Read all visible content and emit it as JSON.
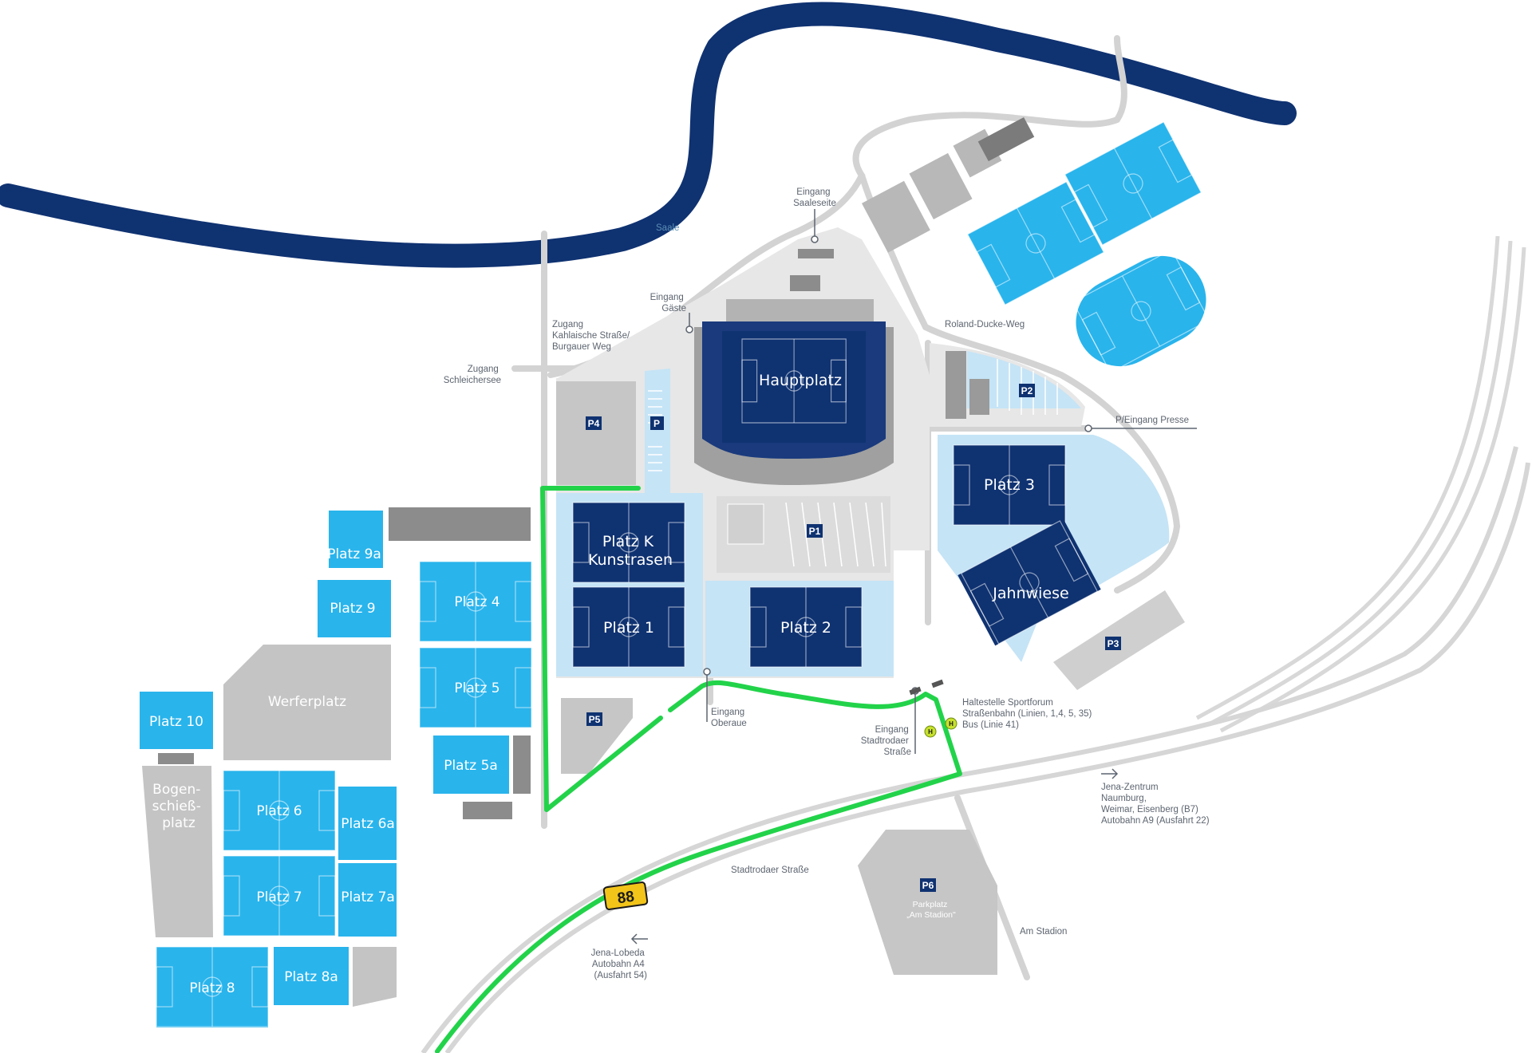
{
  "river": {
    "name": "Saale"
  },
  "entrances": {
    "saaleseite": [
      "Eingang",
      "Saaleseite"
    ],
    "gaeste": [
      "Eingang",
      "Gäste"
    ],
    "kahlaische": [
      "Zugang",
      "Kahlaische Straße/",
      "Burgauer Weg"
    ],
    "schleichersee": [
      "Zugang",
      "Schleichersee"
    ],
    "oberaue": [
      "Eingang",
      "Oberaue"
    ],
    "stadtrodaer": [
      "Eingang",
      "Stadtrodaer",
      "Straße"
    ],
    "presse": "P/Eingang Presse"
  },
  "streets": {
    "roland_ducke_weg": "Roland-Ducke-Weg",
    "stadtrodaer_strasse": "Stadtrodaer Straße",
    "am_stadion": "Am Stadion"
  },
  "transit": {
    "stop": [
      "Haltestelle Sportforum",
      "Straßenbahn (Linien, 1,4, 5, 35)",
      "Bus (Linie 41)"
    ],
    "symbol": "H"
  },
  "directions": {
    "east": [
      "Jena-Zentrum",
      "Naumburg,",
      "Weimar, Eisenberg (B7)",
      "Autobahn A9 (Ausfahrt 22)"
    ],
    "west": [
      "Jena-Lobeda",
      "Autobahn A4",
      "(Ausfahrt 54)"
    ]
  },
  "road_badge": "88",
  "parking": {
    "p1": "P1",
    "p2": "P2",
    "p3": "P3",
    "p4": "P4",
    "p5": "P5",
    "p6": "P6",
    "p": "P",
    "p6_name": [
      "Parkplatz",
      "„Am Stadion\""
    ]
  },
  "fields": {
    "hauptplatz": "Hauptplatz",
    "platz_k": [
      "Platz K",
      "Kunstrasen"
    ],
    "platz_1": "Platz 1",
    "platz_2": "Platz 2",
    "platz_3": "Platz 3",
    "jahnwiese": "Jahnwiese",
    "platz_4": "Platz 4",
    "platz_5": "Platz 5",
    "platz_5a": "Platz 5a",
    "platz_6": "Platz 6",
    "platz_6a": "Platz 6a",
    "platz_7": "Platz 7",
    "platz_7a": "Platz 7a",
    "platz_8": "Platz 8",
    "platz_8a": "Platz 8a",
    "platz_9": "Platz 9",
    "platz_9a": "Platz 9a",
    "platz_10": "Platz 10",
    "werferplatz": "Werferplatz",
    "bogenschiessplatz": [
      "Bogen-",
      "schieß-",
      "platz"
    ]
  },
  "colors": {
    "river": "#0f3271",
    "dark_field": "#0f3271",
    "light_field": "#29b4ec",
    "pale_area": "#c5e4f6",
    "ground": "#e7e7e7",
    "building": "#9a9a9a",
    "route": "#22d34a",
    "road": "#d3d3d3",
    "badge": "#f2c41a"
  }
}
